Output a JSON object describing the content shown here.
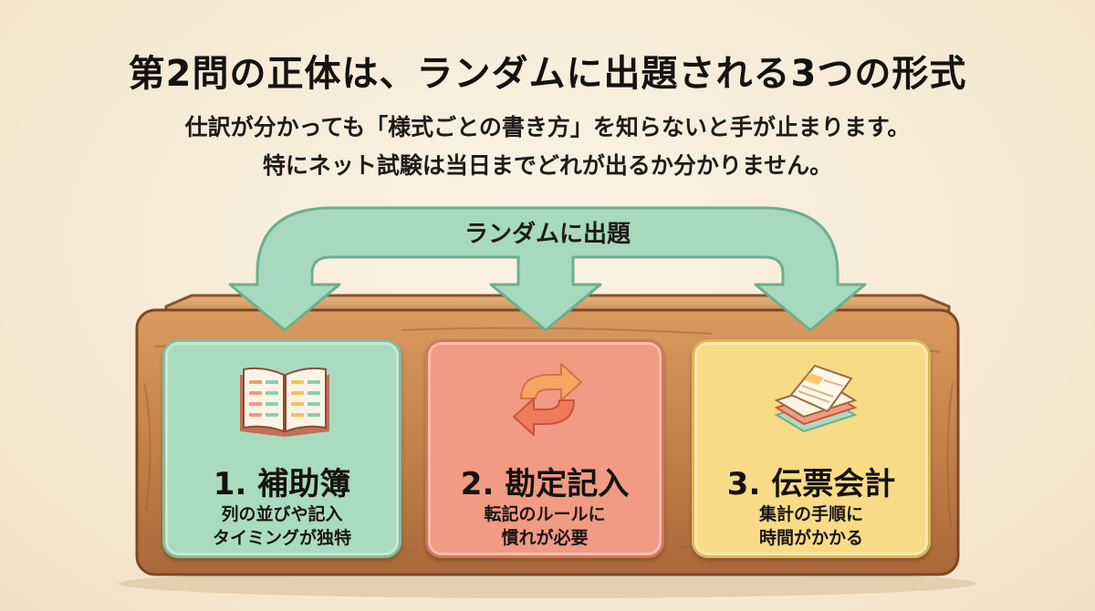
{
  "title": "第2問の正体は、ランダムに出題される3つの形式",
  "subtitle": {
    "line1": "仕訳が分かっても「様式ごとの書き方」を知らないと手が止まります。",
    "line2": "特にネット試験は当日までどれが出るか分かりません。"
  },
  "arrow_label": "ランダムに出題",
  "cards": [
    {
      "title": "1. 補助簿",
      "desc": [
        "列の並びや記入",
        "タイミングが独特"
      ],
      "icon": "open-ledger-book-icon",
      "color": "#a9dcbf"
    },
    {
      "title": "2. 勘定記入",
      "desc": [
        "転記のルールに",
        "慣れが必要"
      ],
      "icon": "cycle-arrows-icon",
      "color": "#f19a84"
    },
    {
      "title": "3. 伝票会計",
      "desc": [
        "集計の手順に",
        "時間がかかる"
      ],
      "icon": "stacked-slips-icon",
      "color": "#f8db86"
    }
  ],
  "colors": {
    "arrow": "#a6d9bd",
    "arrow_outline": "#6fae8c",
    "wood": "#c9874f",
    "background": "#f8eddb"
  }
}
